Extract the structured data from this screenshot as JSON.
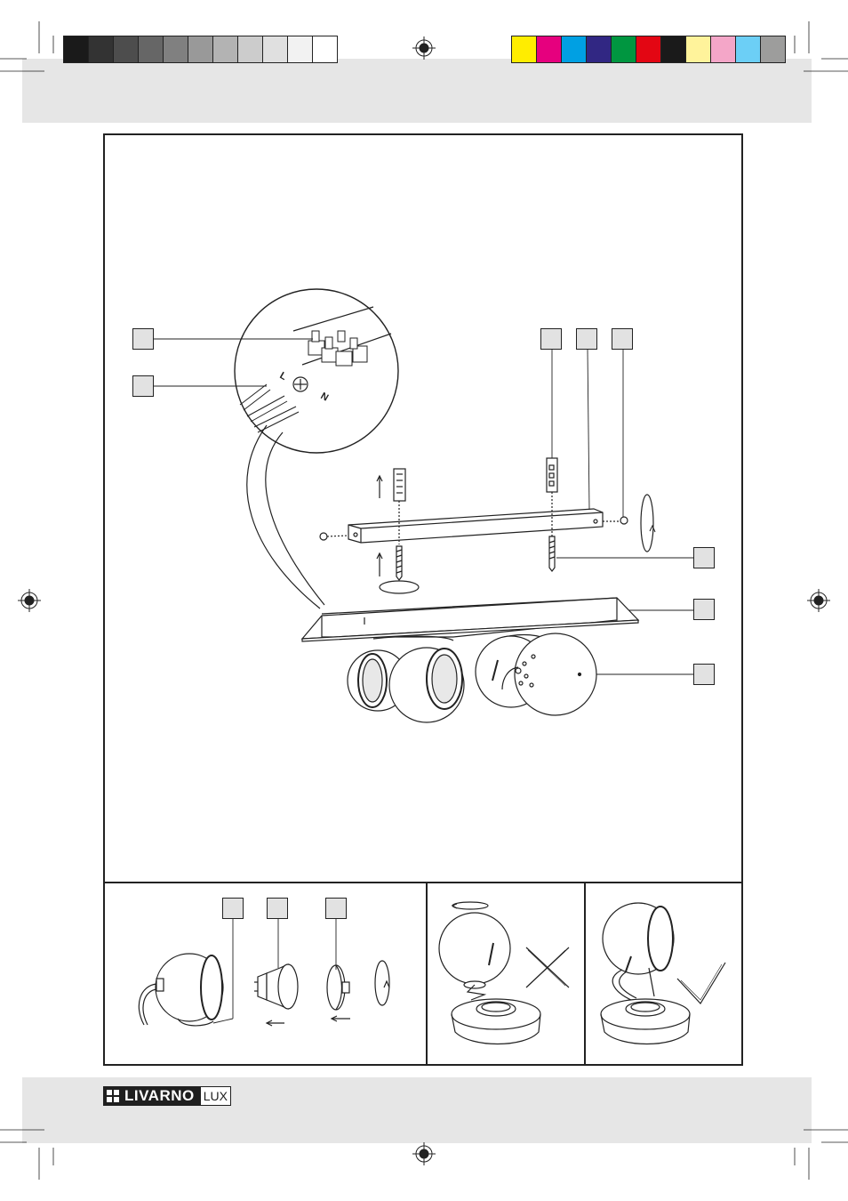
{
  "colors": {
    "grayscale_swatches": [
      "#1a1a1a",
      "#333333",
      "#4d4d4d",
      "#666666",
      "#808080",
      "#999999",
      "#b3b3b3",
      "#cccccc",
      "#e0e0e0",
      "#f2f2f2",
      "#ffffff"
    ],
    "color_swatches": [
      "#ffed00",
      "#e6007e",
      "#00a0e3",
      "#312783",
      "#009640",
      "#e30613",
      "#1a1a1a",
      "#fff39b",
      "#f4a6c8",
      "#6ccff6",
      "#9d9d9c"
    ],
    "band": "#e6e6e6",
    "line": "#222222"
  },
  "diagram": {
    "terminal_letters": {
      "live": "L",
      "neutral": "N"
    },
    "callout_count": 11
  },
  "footer": {
    "brand_name": "LIVARNO",
    "brand_suffix": "LUX"
  }
}
